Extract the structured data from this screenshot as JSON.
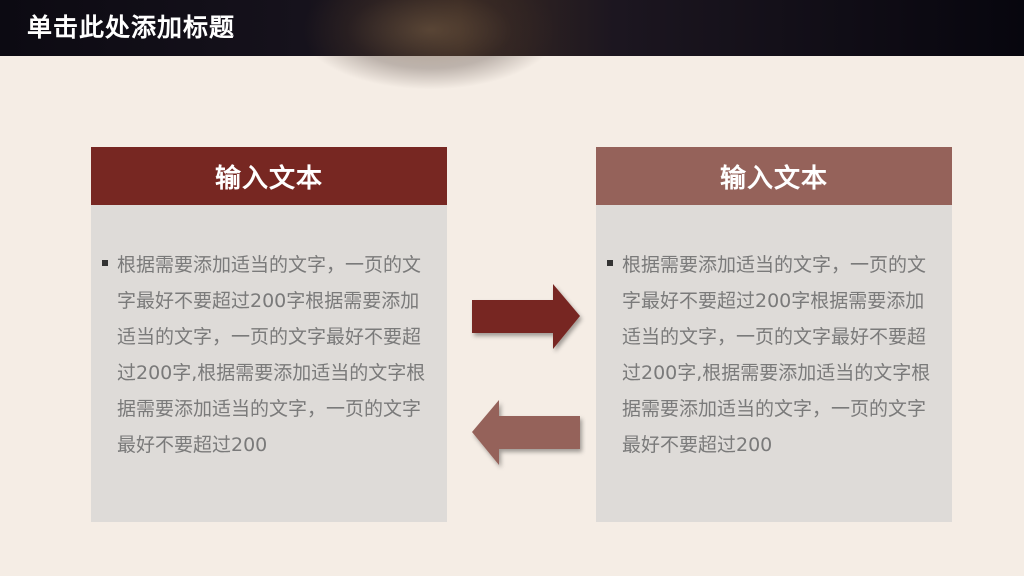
{
  "header": {
    "title": "单击此处添加标题"
  },
  "cards": [
    {
      "heading": "输入文本",
      "body": "根据需要添加适当的文字，一页的文字最好不要超过200字根据需要添加适当的文字，一页的文字最好不要超过200字,根据需要添加适当的文字根据需要添加适当的文字，一页的文字最好不要超过200",
      "header_color": "#772722"
    },
    {
      "heading": "输入文本",
      "body": "根据需要添加适当的文字，一页的文字最好不要超过200字根据需要添加适当的文字，一页的文字最好不要超过200字,根据需要添加适当的文字根据需要添加适当的文字，一页的文字最好不要超过200",
      "header_color": "#95625a"
    }
  ],
  "arrows": {
    "forward_icon": "arrow-right-icon",
    "forward_color": "#772722",
    "back_icon": "arrow-left-icon",
    "back_color": "#95625a"
  },
  "colors": {
    "background": "#f5ede5",
    "card_body": "#dedbd8",
    "body_text": "#7a7a7a"
  }
}
